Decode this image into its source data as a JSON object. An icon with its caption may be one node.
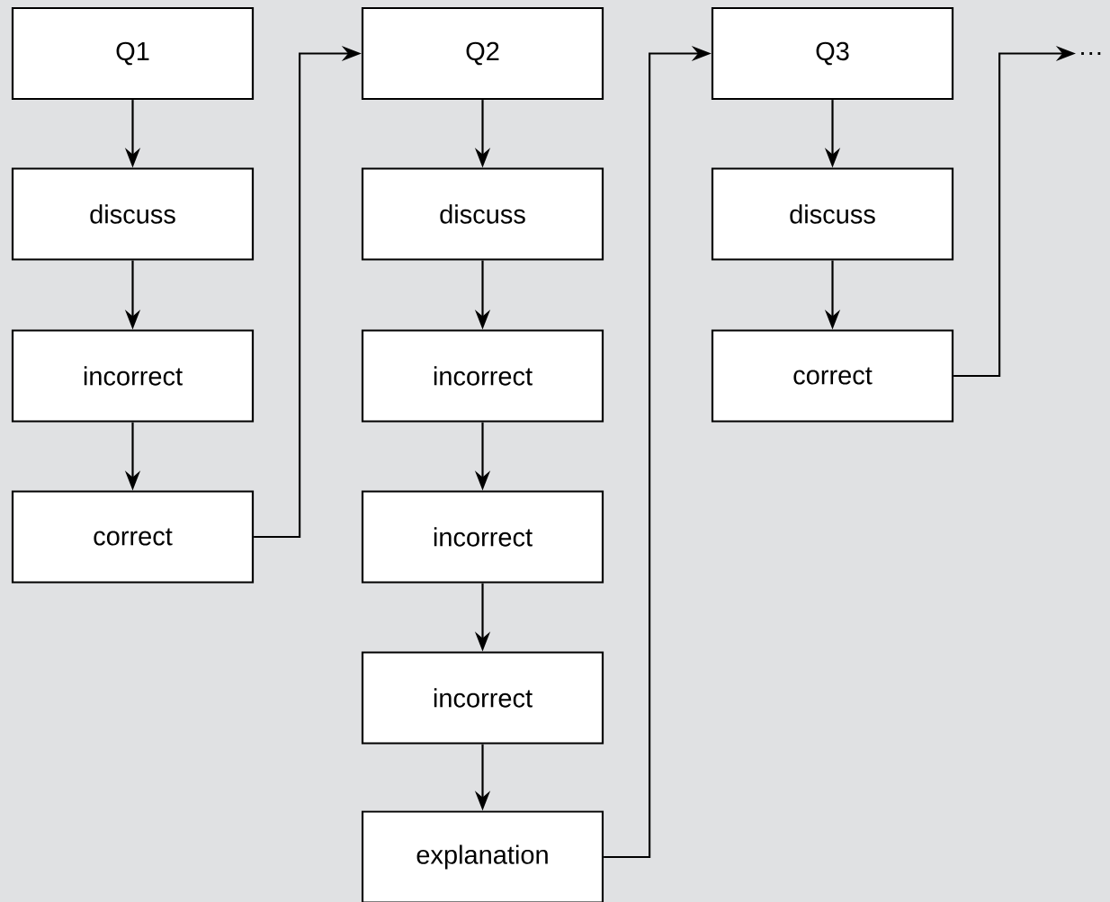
{
  "diagram": {
    "nodes": [
      {
        "text": [
          "Q1"
        ]
      },
      {
        "text": [
          "discuss"
        ]
      },
      {
        "text": [
          "incorrect"
        ]
      },
      {
        "text": [
          "correct"
        ]
      },
      {
        "text": [
          "Q2"
        ]
      },
      {
        "text": [
          "discuss"
        ]
      },
      {
        "text": [
          "incorrect"
        ]
      },
      {
        "text": [
          "incorrect"
        ]
      },
      {
        "text": [
          "incorrect"
        ]
      },
      {
        "text": [
          "explanation"
        ]
      },
      {
        "text": [
          "Q3"
        ]
      },
      {
        "text": [
          "discuss"
        ]
      },
      {
        "text": [
          "correct"
        ]
      },
      {
        "text": [
          "…"
        ]
      }
    ],
    "edges": [
      {
        "from": 0,
        "to": 1,
        "arrow": "to"
      },
      {
        "from": 1,
        "to": 2,
        "arrow": "to"
      },
      {
        "from": 2,
        "to": 3,
        "arrow": "to"
      },
      {
        "from": 3,
        "to": 4,
        "arrow": "to"
      },
      {
        "from": 4,
        "to": 5,
        "arrow": "to"
      },
      {
        "from": 5,
        "to": 6,
        "arrow": "to"
      },
      {
        "from": 6,
        "to": 7,
        "arrow": "to"
      },
      {
        "from": 7,
        "to": 8,
        "arrow": "to"
      },
      {
        "from": 8,
        "to": 9,
        "arrow": "to"
      },
      {
        "from": 9,
        "to": 10,
        "arrow": "to"
      },
      {
        "from": 10,
        "to": 11,
        "arrow": "to"
      },
      {
        "from": 11,
        "to": 12,
        "arrow": "to"
      },
      {
        "from": 12,
        "to": 13,
        "arrow": "to"
      }
    ]
  }
}
